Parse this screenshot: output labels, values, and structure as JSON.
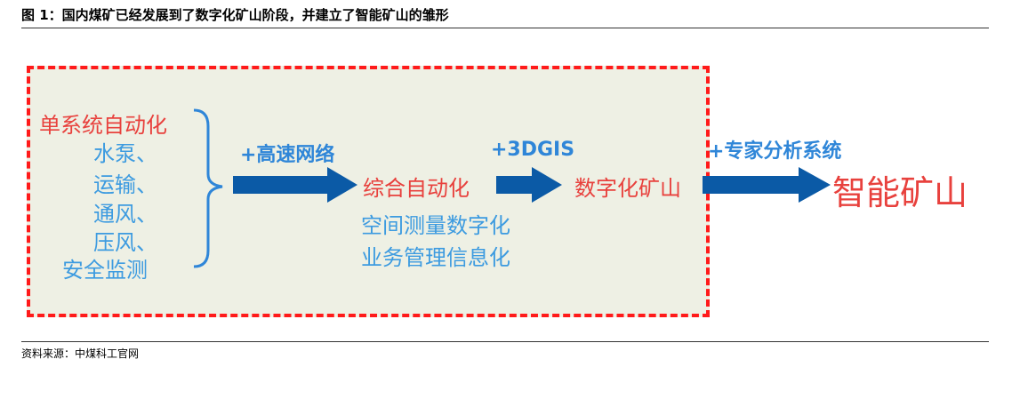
{
  "title": "图 1：国内煤矿已经发展到了数字化矿山阶段，并建立了智能矿山的雏形",
  "source": "资料来源：中煤科工官网",
  "stage1": {
    "heading": "单系统自动化",
    "items": [
      "水泵、",
      "运输、",
      "通风、",
      "压风、",
      "安全监测"
    ]
  },
  "arrow1_label": "+高速网络",
  "stage2": {
    "heading": "综合自动化",
    "items": [
      "空间测量数字化",
      "业务管理信息化"
    ]
  },
  "arrow2_label": "+3DGIS",
  "stage3": {
    "heading": "数字化矿山"
  },
  "arrow3_label": "+专家分析系统",
  "stage4": {
    "heading": "智能矿山"
  },
  "colors": {
    "panel_border": "#ff1a1a",
    "panel_fill": "#eef0e4",
    "arrow": "#0b5aa6",
    "stage_red": "#e8413d",
    "item_blue": "#3d9be0",
    "label_blue": "#2f86d8"
  }
}
